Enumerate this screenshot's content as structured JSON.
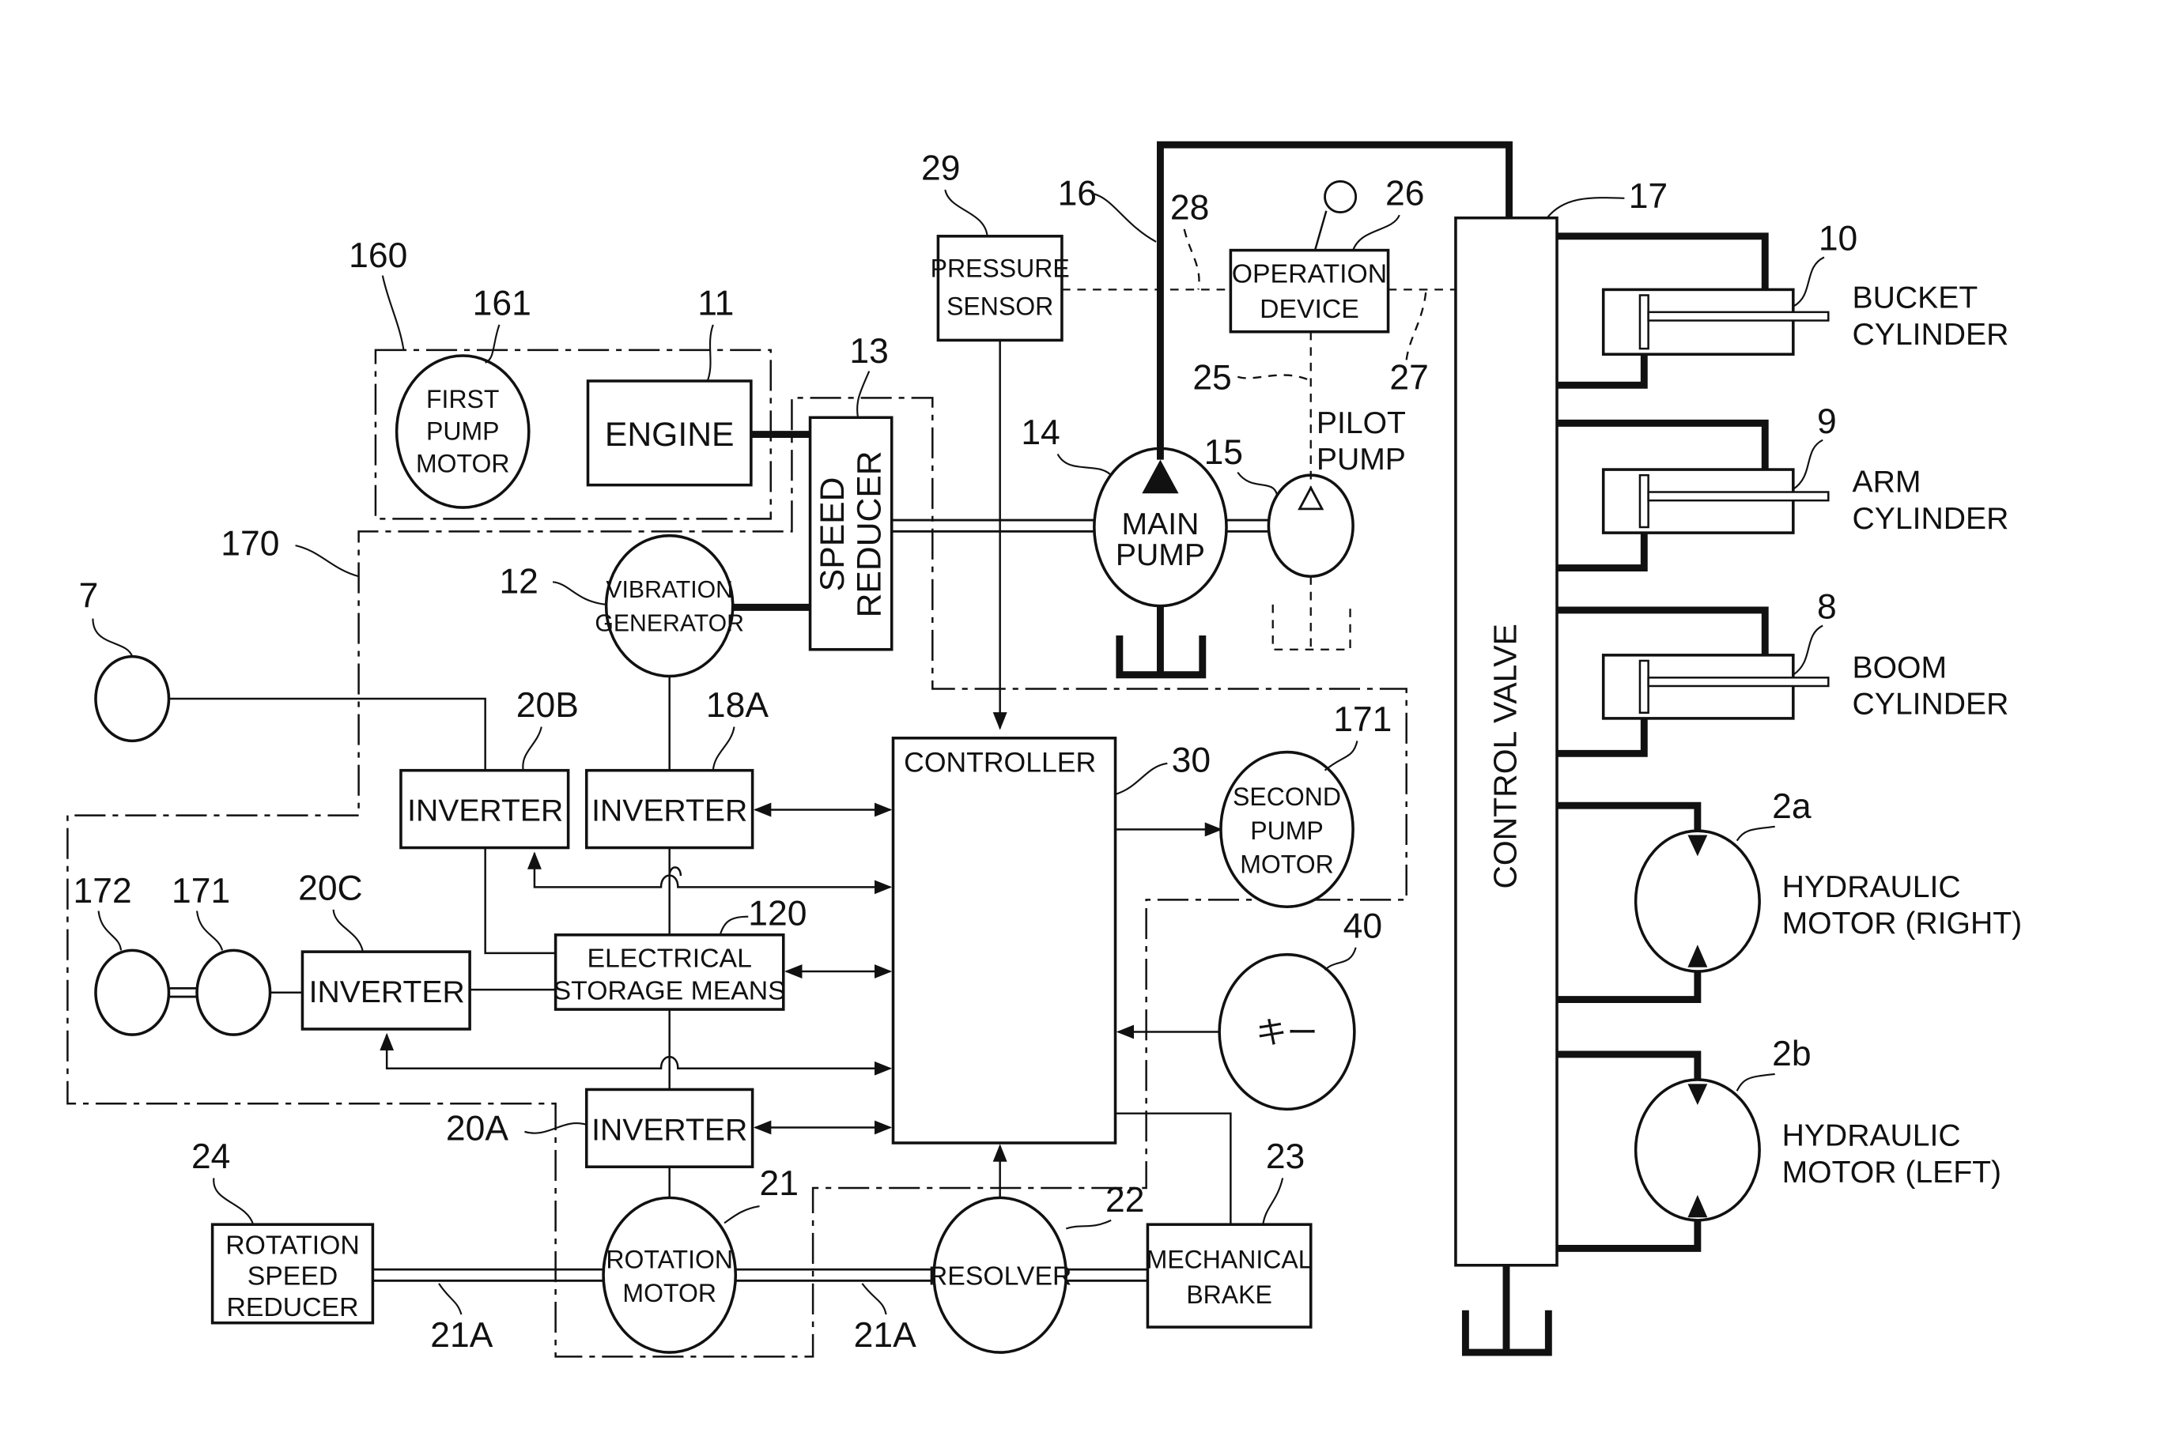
{
  "figure": {
    "title": "Hybrid hydraulic system block diagram",
    "components": {
      "engine": {
        "ref": "11",
        "label": [
          "ENGINE"
        ]
      },
      "first_pump_motor": {
        "ref": "161",
        "label": [
          "FIRST",
          "PUMP",
          "MOTOR"
        ]
      },
      "engine_group": {
        "ref": "160"
      },
      "speed_reducer": {
        "ref": "13",
        "label": [
          "SPEED",
          "REDUCER"
        ]
      },
      "vibration_generator": {
        "ref": "12",
        "label": [
          "VIBRATION",
          "GENERATOR"
        ]
      },
      "main_pump": {
        "ref": "14",
        "label": [
          "MAIN",
          "PUMP"
        ]
      },
      "pilot_pump": {
        "ref": "15",
        "label": [
          "PILOT",
          "PUMP"
        ]
      },
      "pressure_sensor": {
        "ref": "29",
        "label": [
          "PRESSURE",
          "SENSOR"
        ]
      },
      "operation_device": {
        "ref": "26",
        "label": [
          "OPERATION",
          "DEVICE"
        ]
      },
      "high_pressure_line": {
        "ref": "16"
      },
      "pilot_line": {
        "ref": "25"
      },
      "pilot_line_27": {
        "ref": "27"
      },
      "pilot_line_28": {
        "ref": "28"
      },
      "control_valve": {
        "ref": "17",
        "label": "CONTROL VALVE"
      },
      "bucket_cylinder": {
        "ref": "10",
        "label": [
          "BUCKET",
          "CYLINDER"
        ]
      },
      "arm_cylinder": {
        "ref": "9",
        "label": [
          "ARM",
          "CYLINDER"
        ]
      },
      "boom_cylinder": {
        "ref": "8",
        "label": [
          "BOOM",
          "CYLINDER"
        ]
      },
      "hydraulic_motor_right": {
        "ref": "2a",
        "label": [
          "HYDRAULIC",
          "MOTOR (RIGHT)"
        ]
      },
      "hydraulic_motor_left": {
        "ref": "2b",
        "label": [
          "HYDRAULIC",
          "MOTOR (LEFT)"
        ]
      },
      "controller": {
        "ref": "30",
        "label": "CONTROLLER"
      },
      "second_pump_motor": {
        "ref": "171",
        "label": [
          "SECOND",
          "PUMP",
          "MOTOR"
        ]
      },
      "key": {
        "ref": "40",
        "label": "キー"
      },
      "inverter_18a": {
        "ref": "18A",
        "label": "INVERTER"
      },
      "inverter_20b": {
        "ref": "20B",
        "label": "INVERTER"
      },
      "inverter_20c": {
        "ref": "20C",
        "label": "INVERTER"
      },
      "inverter_20a": {
        "ref": "20A",
        "label": "INVERTER"
      },
      "electrical_storage": {
        "ref": "120",
        "label": [
          "ELECTRICAL",
          "STORAGE MEANS"
        ]
      },
      "motor_7": {
        "ref": "7"
      },
      "motor_171_left": {
        "ref": "171"
      },
      "motor_172": {
        "ref": "172"
      },
      "dashed_group_170": {
        "ref": "170"
      },
      "rotation_speed_reducer": {
        "ref": "24",
        "label": [
          "ROTATION",
          "SPEED",
          "REDUCER"
        ]
      },
      "rotation_motor": {
        "ref": "21",
        "label": [
          "ROTATION",
          "MOTOR"
        ]
      },
      "rotation_shaft_left": {
        "ref": "21A"
      },
      "rotation_shaft_right": {
        "ref": "21A"
      },
      "resolver": {
        "ref": "22",
        "label": "RESOLVER"
      },
      "mechanical_brake": {
        "ref": "23",
        "label": [
          "MECHANICAL",
          "BRAKE"
        ]
      }
    }
  }
}
